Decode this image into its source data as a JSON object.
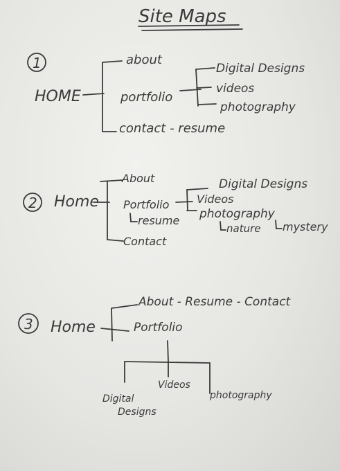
{
  "title": "Site Maps",
  "maps": [
    {
      "number": "1",
      "root": "HOME",
      "about": "about",
      "portfolio": "portfolio",
      "digital_designs": "Digital Designs",
      "videos": "videos",
      "photography": "photography",
      "contact_resume": "contact - resume"
    },
    {
      "number": "2",
      "root": "Home",
      "about": "About",
      "portfolio": "Portfolio",
      "resume": "resume",
      "contact": "Contact",
      "digital_designs": "Digital Designs",
      "videos": "Videos",
      "photography": "photography",
      "nature": "nature",
      "mystery": "mystery"
    },
    {
      "number": "3",
      "root": "Home",
      "about_resume_contact": "About - Resume - Contact",
      "portfolio": "Portfolio",
      "digital": "Digital",
      "designs": "Designs",
      "videos": "Videos",
      "photography": "photography"
    }
  ]
}
